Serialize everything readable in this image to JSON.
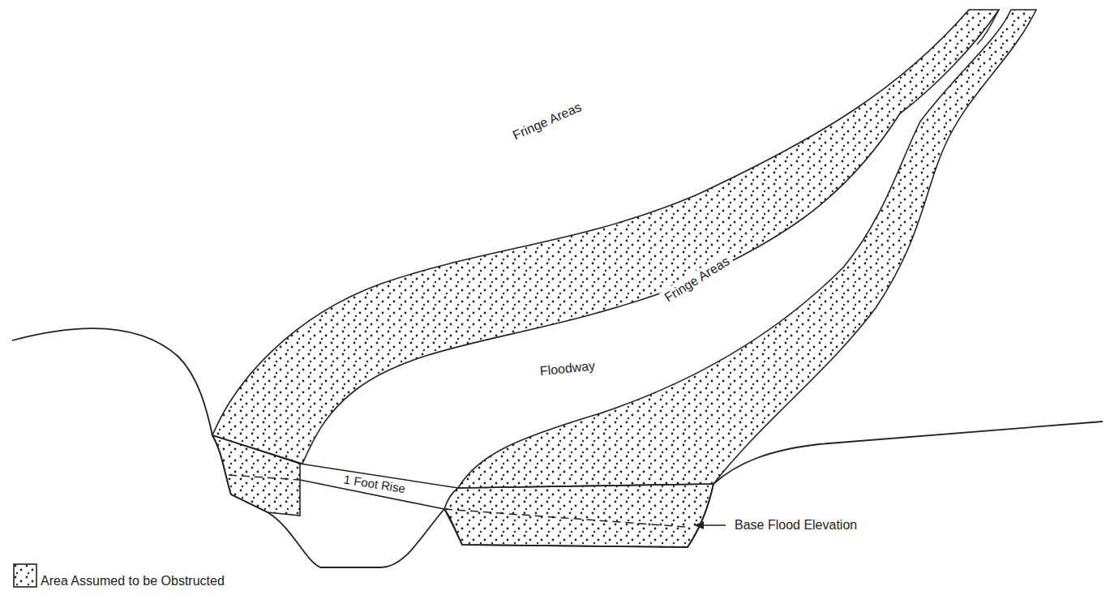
{
  "diagram": {
    "labels": [
      "Fringe Areas",
      "Floodway",
      "Fringe Areas",
      "1 Foot Rise",
      "Base Flood Elevation"
    ],
    "legend": [
      {
        "text": "Area Assumed to be Obstructed"
      }
    ]
  }
}
